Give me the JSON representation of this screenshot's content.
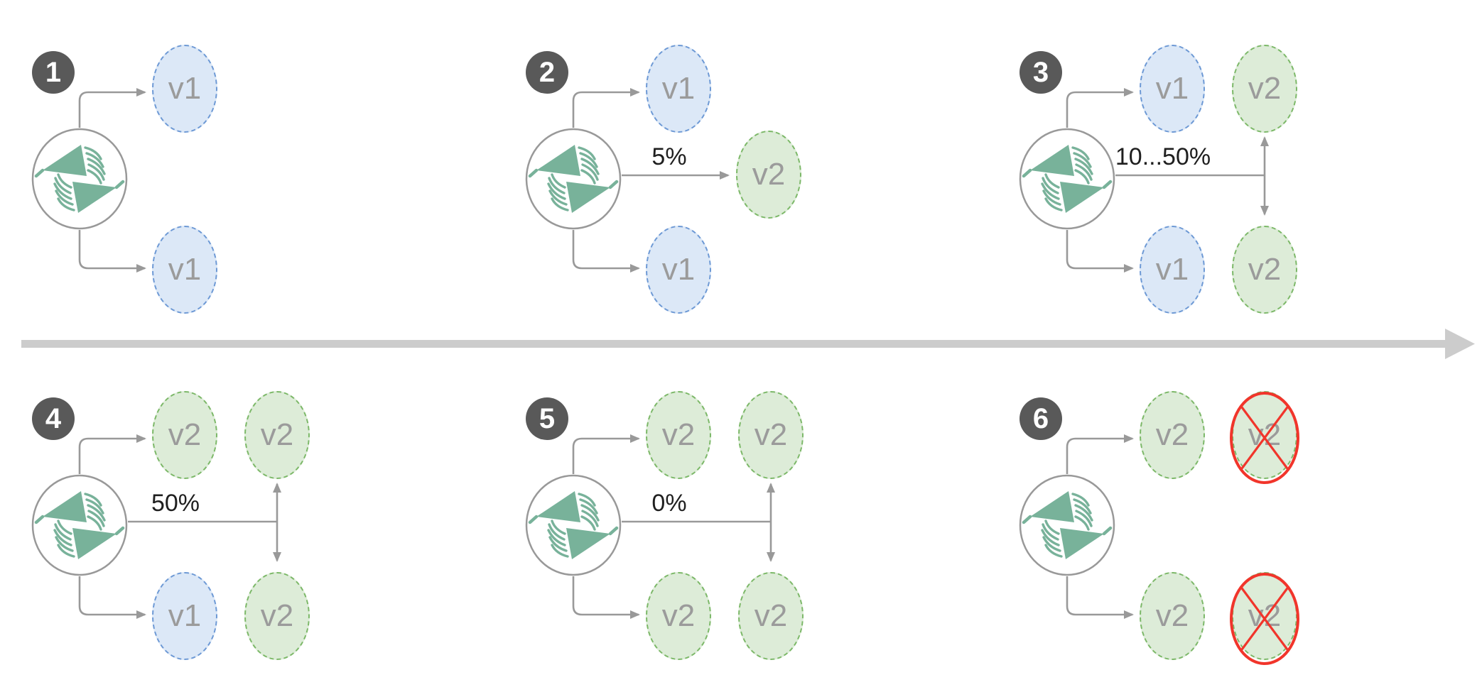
{
  "diagram": {
    "kind": "canary-deployment-progression",
    "steps_total": 6,
    "node_versions": [
      "v1",
      "v2"
    ]
  },
  "icons": {
    "router": "traffic-router-icon",
    "timeline": "timeline-arrow-right-icon",
    "terminated": "terminated-cross-icon"
  },
  "colors": {
    "node_v1_fill": "#dce8f7",
    "node_v1_border": "#6d99d5",
    "node_v2_fill": "#ddecd8",
    "node_v2_border": "#7cb868",
    "node_label": "#9b9b9b",
    "badge_bg": "#595959",
    "badge_text": "#ffffff",
    "arrow": "#999999",
    "timeline": "#cccccc",
    "cross": "#f1352b",
    "logo_green": "#78b29a",
    "traffic_label": "#1f1f1f"
  },
  "panels": [
    {
      "badge": "1",
      "nodes": {
        "top": "v1",
        "bottom": "v1"
      }
    },
    {
      "badge": "2",
      "traffic_label": "5%",
      "nodes": {
        "top": "v1",
        "bottom": "v1",
        "canary": "v2"
      }
    },
    {
      "badge": "3",
      "traffic_label": "10...50%",
      "nodes": {
        "top": "v1",
        "bottom": "v1",
        "right_top": "v2",
        "right_bottom": "v2"
      }
    },
    {
      "badge": "4",
      "traffic_label": "50%",
      "nodes": {
        "top": "v2",
        "bottom": "v1",
        "right_top": "v2",
        "right_bottom": "v2"
      }
    },
    {
      "badge": "5",
      "traffic_label": "0%",
      "nodes": {
        "top": "v2",
        "bottom": "v2",
        "right_top": "v2",
        "right_bottom": "v2"
      }
    },
    {
      "badge": "6",
      "right_column_terminated": true,
      "nodes": {
        "top": "v2",
        "bottom": "v2",
        "right_top": "v2",
        "right_bottom": "v2"
      }
    }
  ]
}
